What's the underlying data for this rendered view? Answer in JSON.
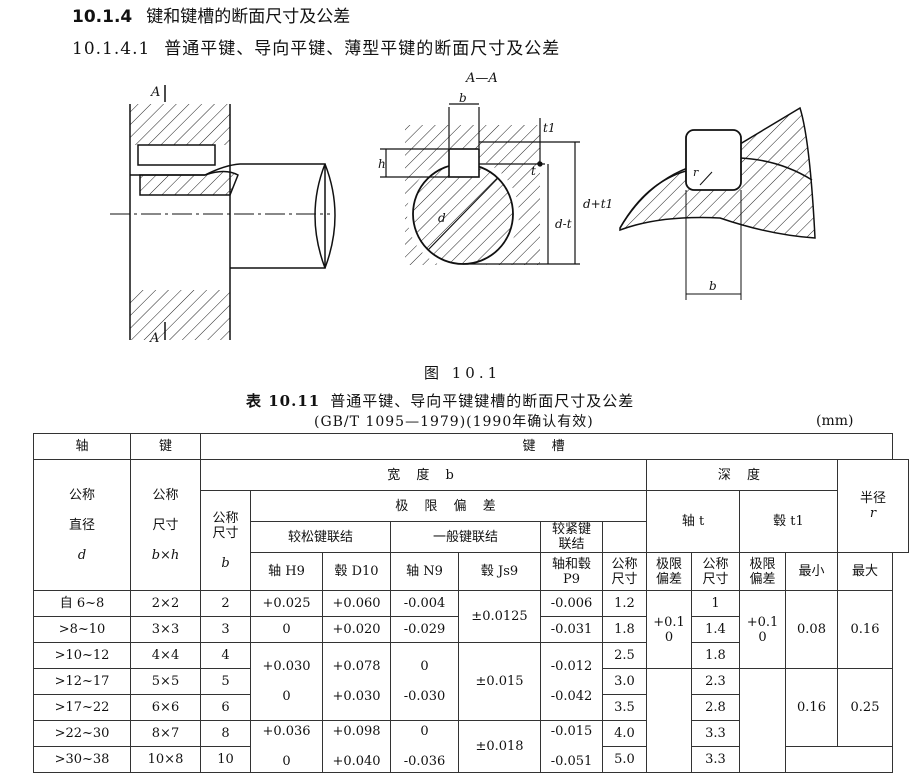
{
  "heading": {
    "num": "10.1.4",
    "title": "键和键槽的断面尺寸及公差"
  },
  "subheading": {
    "num": "10.1.4.1",
    "title": "普通平键、导向平键、薄型平键的断面尺寸及公差"
  },
  "figure": {
    "labels": {
      "A_top": "A",
      "A_bot": "A",
      "section": "A—A",
      "b": "b",
      "h": "h",
      "t1": "t1",
      "t": "t",
      "d": "d",
      "d_minus_t": "d-t",
      "d_plus_t1": "d+t1",
      "r": "r",
      "b2": "b"
    },
    "caption": "图 10.1"
  },
  "table": {
    "caption_num": "表 10.11",
    "caption_title": "普通平键、导向平键键槽的断面尺寸及公差",
    "standard": "(GB/T 1095—1979)(1990年确认有效)",
    "unit": "(mm)",
    "h": {
      "shaft": "轴",
      "key": "键",
      "keyway": "键 槽",
      "shaft_nominal": [
        "公称",
        "直径",
        "d"
      ],
      "key_nominal": [
        "公称",
        "尺寸",
        "b×h"
      ],
      "width": "宽 度 b",
      "depth": "深 度",
      "radius": [
        "半径",
        "r"
      ],
      "nominal_size": [
        "公称",
        "尺寸",
        "b"
      ],
      "tolerance": "极 限 偏 差",
      "loose": "较松键联结",
      "normal": "一般键联结",
      "tight": [
        "较紧键",
        "联结"
      ],
      "shaft_t": "轴 t",
      "hub_t1": "毂 t1",
      "shaft_h9": "轴 H9",
      "hub_d10": "毂 D10",
      "shaft_n9": "轴 N9",
      "hub_js9": "毂 Js9",
      "p9": [
        "轴和毂",
        "P9"
      ],
      "t_nom": [
        "公称",
        "尺寸"
      ],
      "t_dev": [
        "极限",
        "偏差"
      ],
      "t1_nom": [
        "公称",
        "尺寸"
      ],
      "t1_dev": [
        "极限",
        "偏差"
      ],
      "rmin": "最小",
      "rmax": "最大"
    },
    "rows": [
      {
        "d": "自 6~8",
        "bh": "2×2",
        "b": "2",
        "t": "1.2",
        "t1": "1"
      },
      {
        "d": ">8~10",
        "bh": "3×3",
        "b": "3",
        "t": "1.8",
        "t1": "1.4"
      },
      {
        "d": ">10~12",
        "bh": "4×4",
        "b": "4",
        "t": "2.5",
        "t1": "1.8"
      },
      {
        "d": ">12~17",
        "bh": "5×5",
        "b": "5",
        "t": "3.0",
        "t1": "2.3"
      },
      {
        "d": ">17~22",
        "bh": "6×6",
        "b": "6",
        "t": "3.5",
        "t1": "2.8"
      },
      {
        "d": ">22~30",
        "bh": "8×7",
        "b": "8",
        "t": "4.0",
        "t1": "3.3"
      },
      {
        "d": ">30~38",
        "bh": "10×8",
        "b": "10",
        "t": "5.0",
        "t1": "3.3"
      }
    ],
    "g": {
      "h9a": "+0.025",
      "h9b": "0",
      "d10a": "+0.060",
      "d10b": "+0.020",
      "n9a": "-0.004",
      "n9b": "-0.029",
      "js9a": "±0.0125",
      "p9a": "-0.006",
      "p9b": "-0.031",
      "h9c": "+0.030",
      "h9d": "0",
      "d10c": "+0.078",
      "d10d": "+0.030",
      "n9c": "0",
      "n9d": "-0.030",
      "js9b": "±0.015",
      "p9c": "-0.012",
      "p9d": "-0.042",
      "h9e": "+0.036",
      "h9f": "0",
      "d10e": "+0.098",
      "d10f": "+0.040",
      "n9e": "0",
      "n9f": "-0.036",
      "js9c": "±0.018",
      "p9e": "-0.015",
      "p9f": "-0.051",
      "tdev_a": "+0.1",
      "tdev_b": "0",
      "t1dev_a": "+0.1",
      "t1dev_b": "0",
      "rmin1": "0.08",
      "rmax1": "0.16",
      "rmin2": "0.16",
      "rmax2": "0.25"
    }
  }
}
